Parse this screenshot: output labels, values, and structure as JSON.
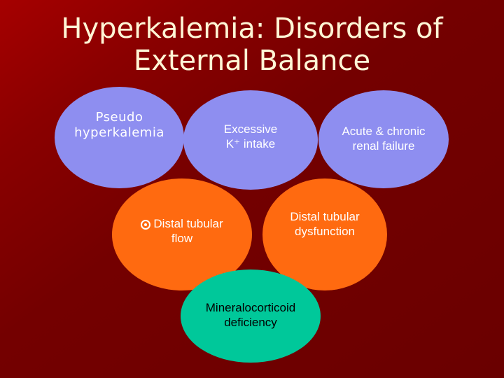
{
  "title": "Hyperkalemia: Disorders of External Balance",
  "circles": {
    "pseudo": "Pseudo\nhyperkalemia",
    "intake": "Excessive\nK⁺ intake",
    "renal": "Acute & chronic\nrenal failure",
    "flow_prefix_icon": "decrease-icon",
    "flow": "Distal tubular\nflow",
    "dysfunction": "Distal tubular\ndysfunction",
    "mineralocorticoid": "Mineralocorticoid\ndeficiency"
  },
  "colors": {
    "background": "#7a0000",
    "title": "#fff6d6",
    "lavender": "#8e8ef0",
    "orange": "#ff6a10",
    "green": "#00c89a"
  }
}
